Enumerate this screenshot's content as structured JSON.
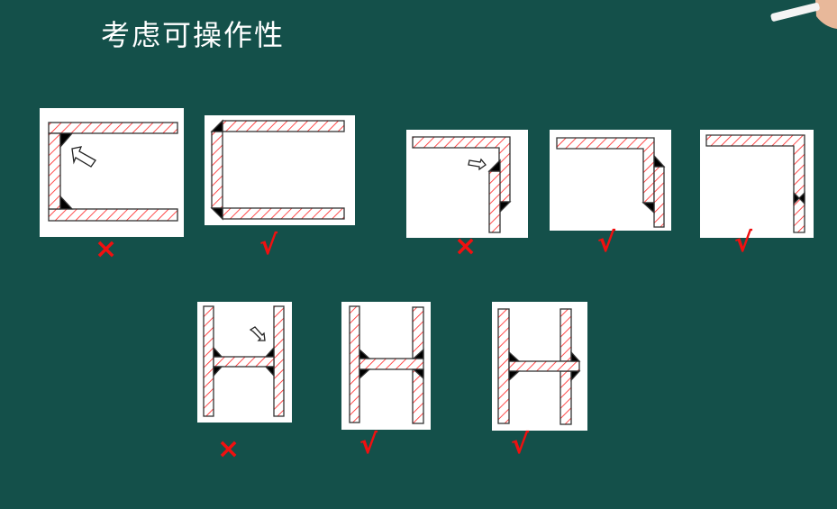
{
  "slide": {
    "title": "考虑可操作性",
    "colors": {
      "background": "#14504a",
      "hatch": "#ff2020",
      "mark": "#f01010",
      "weld": "#000000"
    },
    "row1": {
      "panels": [
        {
          "name": "channel-inner-welds",
          "verdict": "×"
        },
        {
          "name": "channel-outer-welds",
          "verdict": "√"
        },
        {
          "name": "corner-lapped-inner",
          "verdict": "×"
        },
        {
          "name": "corner-lapped-outer",
          "verdict": "√"
        },
        {
          "name": "corner-butt",
          "verdict": "√"
        }
      ]
    },
    "row2": {
      "panels": [
        {
          "name": "h-section-inner-welds",
          "verdict": "×"
        },
        {
          "name": "h-section-web-into-flange",
          "verdict": "√"
        },
        {
          "name": "h-section-web-through-flange",
          "verdict": "√"
        }
      ]
    }
  }
}
